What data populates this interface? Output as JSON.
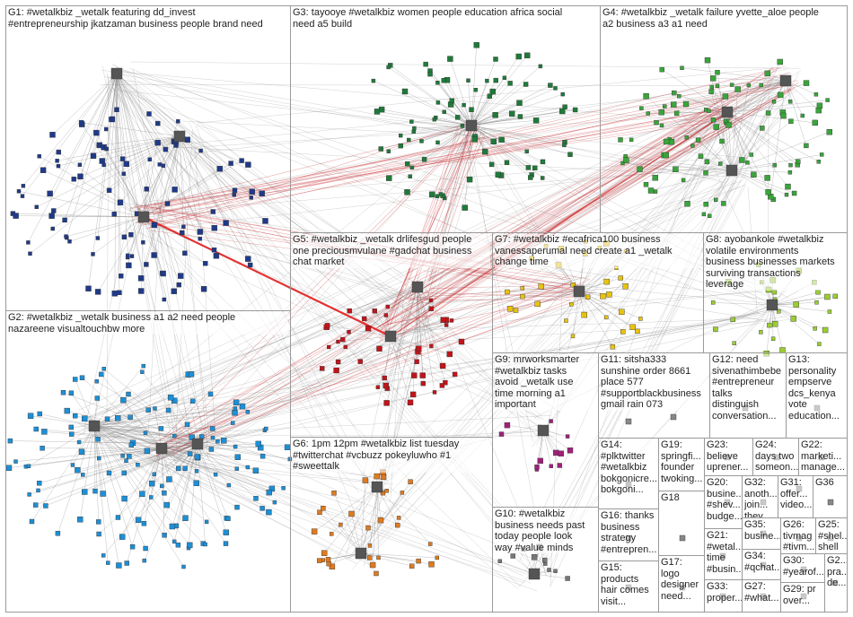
{
  "groups": {
    "g1": {
      "label": "G1: #wetalkbiz _wetalk featuring dd_invest\n#entrepreneurship jkatzaman business people brand need",
      "color": "#1f3a8a"
    },
    "g2": {
      "label": "G2: #wetalkbiz _wetalk business a1 a2 need people\nnazareene visualtouchbw more",
      "color": "#1d8fd6"
    },
    "g3": {
      "label": "G3: tayooye #wetalkbiz women people education africa social\nneed a5 build",
      "color": "#1f7a3a"
    },
    "g4": {
      "label": "G4: #wetalkbiz _wetalk failure yvette_aloe people\na2 business a3 a1 need",
      "color": "#39a53a"
    },
    "g5": {
      "label": "G5: #wetalkbiz _wetalk drlifesgud people\none preciousmvulane #gadchat business\nchat market",
      "color": "#c0151a"
    },
    "g6": {
      "label": "G6: 1pm 12pm #wetalkbiz list tuesday\n#twitterchat #vcbuzz pokeyluwho #1\n#sweettalk",
      "color": "#e07a1f"
    },
    "g7": {
      "label": "G7: #wetalkbiz #ecafrica100 business\nvanessaperumal need create a1 _wetalk\nchange time",
      "color": "#e8c20f"
    },
    "g8": {
      "label": "G8: ayobankole #wetalkbiz\nvolatile environments\nbusiness businesses markets\nsurviving transactions\nleverage",
      "color": "#9acd32"
    },
    "g9": {
      "label": "G9: mrworksmarter\n#wetalkbiz tasks\navoid _wetalk use\ntime morning a1\nimportant",
      "color": "#a0207a"
    },
    "g10": {
      "label": "G10: #wetalkbiz\nbusiness needs past\ntoday people look\nway #value minds",
      "color": "#777777"
    },
    "g11": {
      "label": "G11: sitsha333\nsunshine order 8661\nplace 577\n#supportblackbusiness\ngmail rain 073",
      "color": "#6a6a6a"
    },
    "g12": {
      "label": "G12: need\nsivenathimbebe\n#entrepreneur\ntalks\ndistinguish\nconversation...",
      "color": "#6a6a6a"
    },
    "g13": {
      "label": "G13:\npersonality\nempserve\ndcs_kenya\nvote\neducation...",
      "color": "#6a6a6a"
    },
    "g14": {
      "label": "G14:\n#plktwitter\n#wetalkbiz\nbokgonicre...\nbokgoni...",
      "color": "#b8b800"
    },
    "g15": {
      "label": "G15:\nproducts\nhair comes\nvisit...",
      "color": "#6a6a6a"
    },
    "g16": {
      "label": "G16: thanks\nbusiness\nstrategy\n#entrepren...",
      "color": "#6a6a6a"
    },
    "g17": {
      "label": "G17:\nlogo\ndesigner\nneed...",
      "color": "#6a6a6a"
    },
    "g18": {
      "label": "G18",
      "color": "#c0151a"
    },
    "g19": {
      "label": "G19:\nspringfi...\nfounder\ntwoking...",
      "color": "#6a6a6a"
    },
    "g20": {
      "label": "G20:\nbusine...\n#shev...\nbudge...",
      "color": "#6a6a6a"
    },
    "g21": {
      "label": "G21:\n#wetal...\ntime\n#busin...",
      "color": "#6a6a6a"
    },
    "g22": {
      "label": "G22:\nmarketi...\nmanage...",
      "color": "#6a6a6a"
    },
    "g23": {
      "label": "G23:\nbelieve\nuprener...",
      "color": "#6a6a6a"
    },
    "g24": {
      "label": "G24:\ndays two\nsomeon...",
      "color": "#6a6a6a"
    },
    "g25": {
      "label": "G25:\n#shel...\nshell",
      "color": "#6a6a6a"
    },
    "g26": {
      "label": "G26:\ntivmag\n#tivm...",
      "color": "#6a6a6a"
    },
    "g27": {
      "label": "G27:\n#what...",
      "color": "#6a6a6a"
    },
    "g28": {
      "label": "G2...\npra...\nde...",
      "color": "#6a6a6a"
    },
    "g29": {
      "label": "G29: pr\nover...",
      "color": "#6a6a6a"
    },
    "g30": {
      "label": "G30:\n#yearof...",
      "color": "#6a6a6a"
    },
    "g31": {
      "label": "G31:\noffer...\nvideo...",
      "color": "#6a6a6a"
    },
    "g32": {
      "label": "G32:\nanoth...\njoin...\nthey...",
      "color": "#6a6a6a"
    },
    "g33": {
      "label": "G33:\nproper...",
      "color": "#6a6a6a"
    },
    "g34": {
      "label": "G34:\n#qchat...",
      "color": "#6a6a6a"
    },
    "g35": {
      "label": "G35:\nbusine...",
      "color": "#6a6a6a"
    },
    "g36": {
      "label": "G36",
      "color": "#6a6a6a"
    }
  }
}
